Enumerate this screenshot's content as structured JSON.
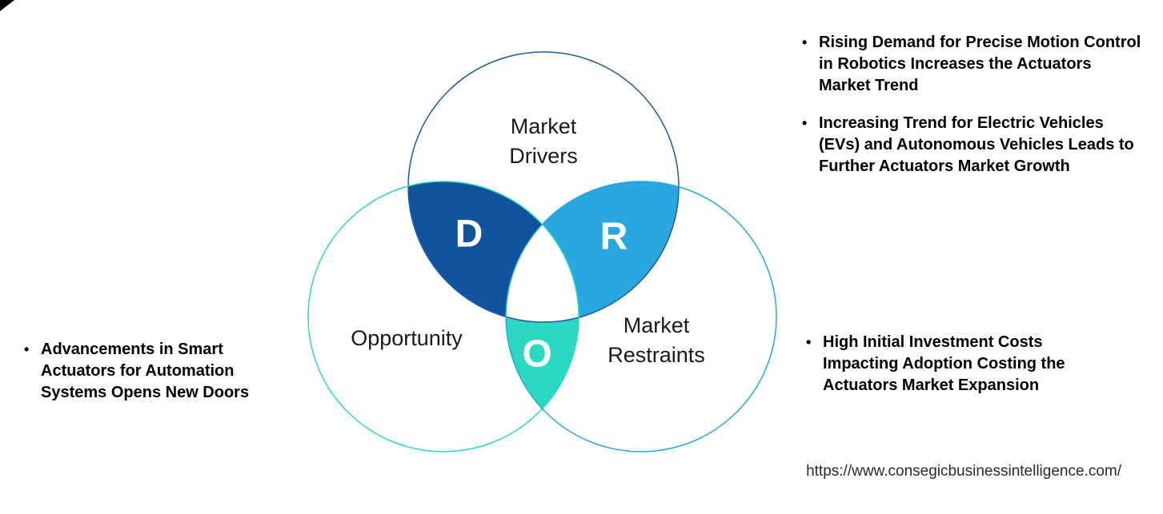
{
  "icons": {
    "bullet": "•"
  },
  "colors": {
    "driver_fill": "#11549E",
    "restraint_fill": "#29A8E0",
    "opportunity_fill": "#2BD9C2",
    "driver_stroke": "#1E5BA6",
    "restraint_stroke": "#29A8E0",
    "opportunity_stroke": "#2BD9C2",
    "center_fill": "#FFFFFF"
  },
  "venn": {
    "drivers": {
      "line1": "Market",
      "line2": "Drivers",
      "letter": "D"
    },
    "restraints": {
      "line1": "Market",
      "line2": "Restraints",
      "letter": "R"
    },
    "opportunity": {
      "label": "Opportunity",
      "letter": "O"
    }
  },
  "drivers_list": {
    "items": [
      "Rising Demand for Precise Motion Control in Robotics Increases the Actuators Market Trend",
      "Increasing Trend for Electric Vehicles (EVs) and Autonomous Vehicles Leads to Further Actuators Market Growth"
    ]
  },
  "restraints_list": {
    "items": [
      "High Initial Investment Costs Impacting Adoption Costing the Actuators Market Expansion"
    ]
  },
  "opportunity_list": {
    "items": [
      "Advancements in Smart Actuators for Automation Systems Opens New Doors"
    ]
  },
  "footer": {
    "url": "https://www.consegicbusinessintelligence.com/"
  }
}
